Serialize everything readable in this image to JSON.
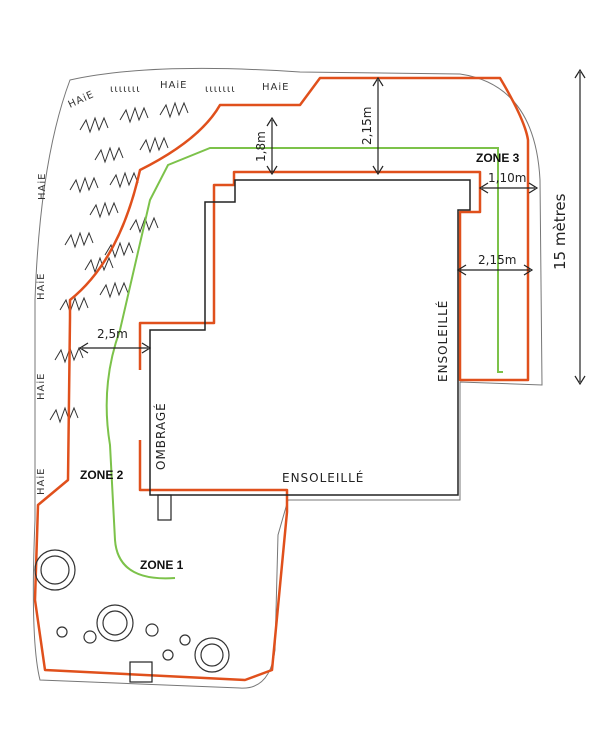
{
  "plan": {
    "zones": [
      {
        "label": "ZONE 1"
      },
      {
        "label": "ZONE 2"
      },
      {
        "label": "ZONE 3"
      }
    ],
    "hedge_label": "HAiE",
    "hedge_marks": "ιιιιιιι",
    "dimensions": {
      "dim_top_short": "1,8m",
      "dim_top_long": "2,15m",
      "dim_right_narrow": "1,10m",
      "dim_right_wide": "2,15m",
      "dim_left": "2,5m",
      "total_length": "15 mètres"
    },
    "exposure": {
      "shade_left": "OMBRAGÉ",
      "sun_bottom": "ENSOLEILLÉ",
      "sun_right": "ENSOLEILLÉ"
    },
    "colors": {
      "outline_orange": "#e0501c",
      "path_green": "#7cc24a",
      "house_line": "#222222",
      "sketch_gray": "#555555"
    }
  }
}
